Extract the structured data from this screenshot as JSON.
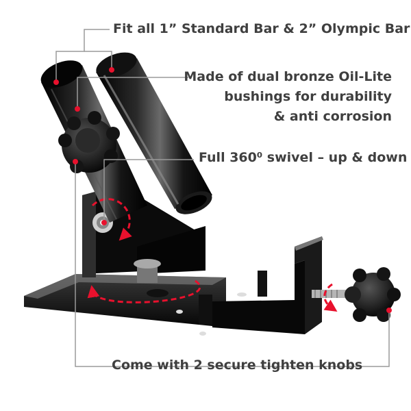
{
  "callouts": {
    "bar_fit": "Fit all 1” Standard Bar & 2” Olympic Bar",
    "bushings_line1": "Made of dual bronze Oil-Lite",
    "bushings_line2": "bushings for durability",
    "bushings_line3": "& anti corrosion",
    "swivel": "Full 360⁰ swivel – up & down",
    "knobs": "Come with 2 secure tighten knobs"
  },
  "colors": {
    "text": "#3f3f3f",
    "leader_line": "#9a9a9a",
    "marker_dot": "#e8112d",
    "metal": "#0d0d0d",
    "highlight": "#6a6a6a"
  }
}
